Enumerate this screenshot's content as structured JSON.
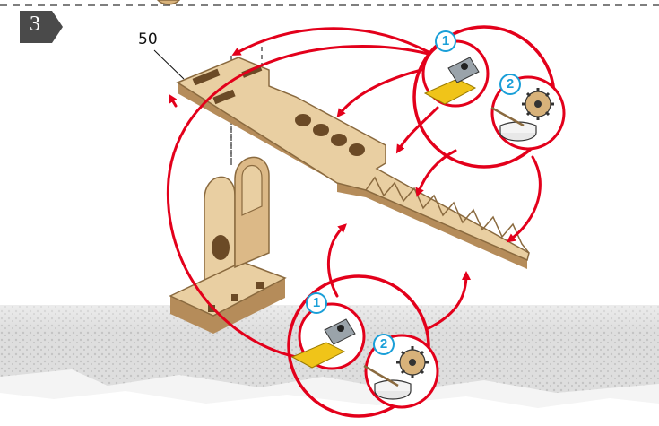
{
  "step": {
    "number": "3"
  },
  "dimension": {
    "label": "50"
  },
  "callouts": [
    {
      "number": "1",
      "icon": "sandpaper-icon"
    },
    {
      "number": "2",
      "icon": "wax-gear-icon"
    },
    {
      "number": "1",
      "icon": "sandpaper-icon"
    },
    {
      "number": "2",
      "icon": "wax-gear-icon"
    }
  ],
  "colors": {
    "arrow": "#e3001b",
    "badge": "#4a4a4a",
    "wood": "#e9cfa2",
    "wood_dark": "#b58c5a",
    "callout_number": "#1a9fd8",
    "sandpaper": "#f0c419",
    "grunge": "#c9c9c9"
  }
}
